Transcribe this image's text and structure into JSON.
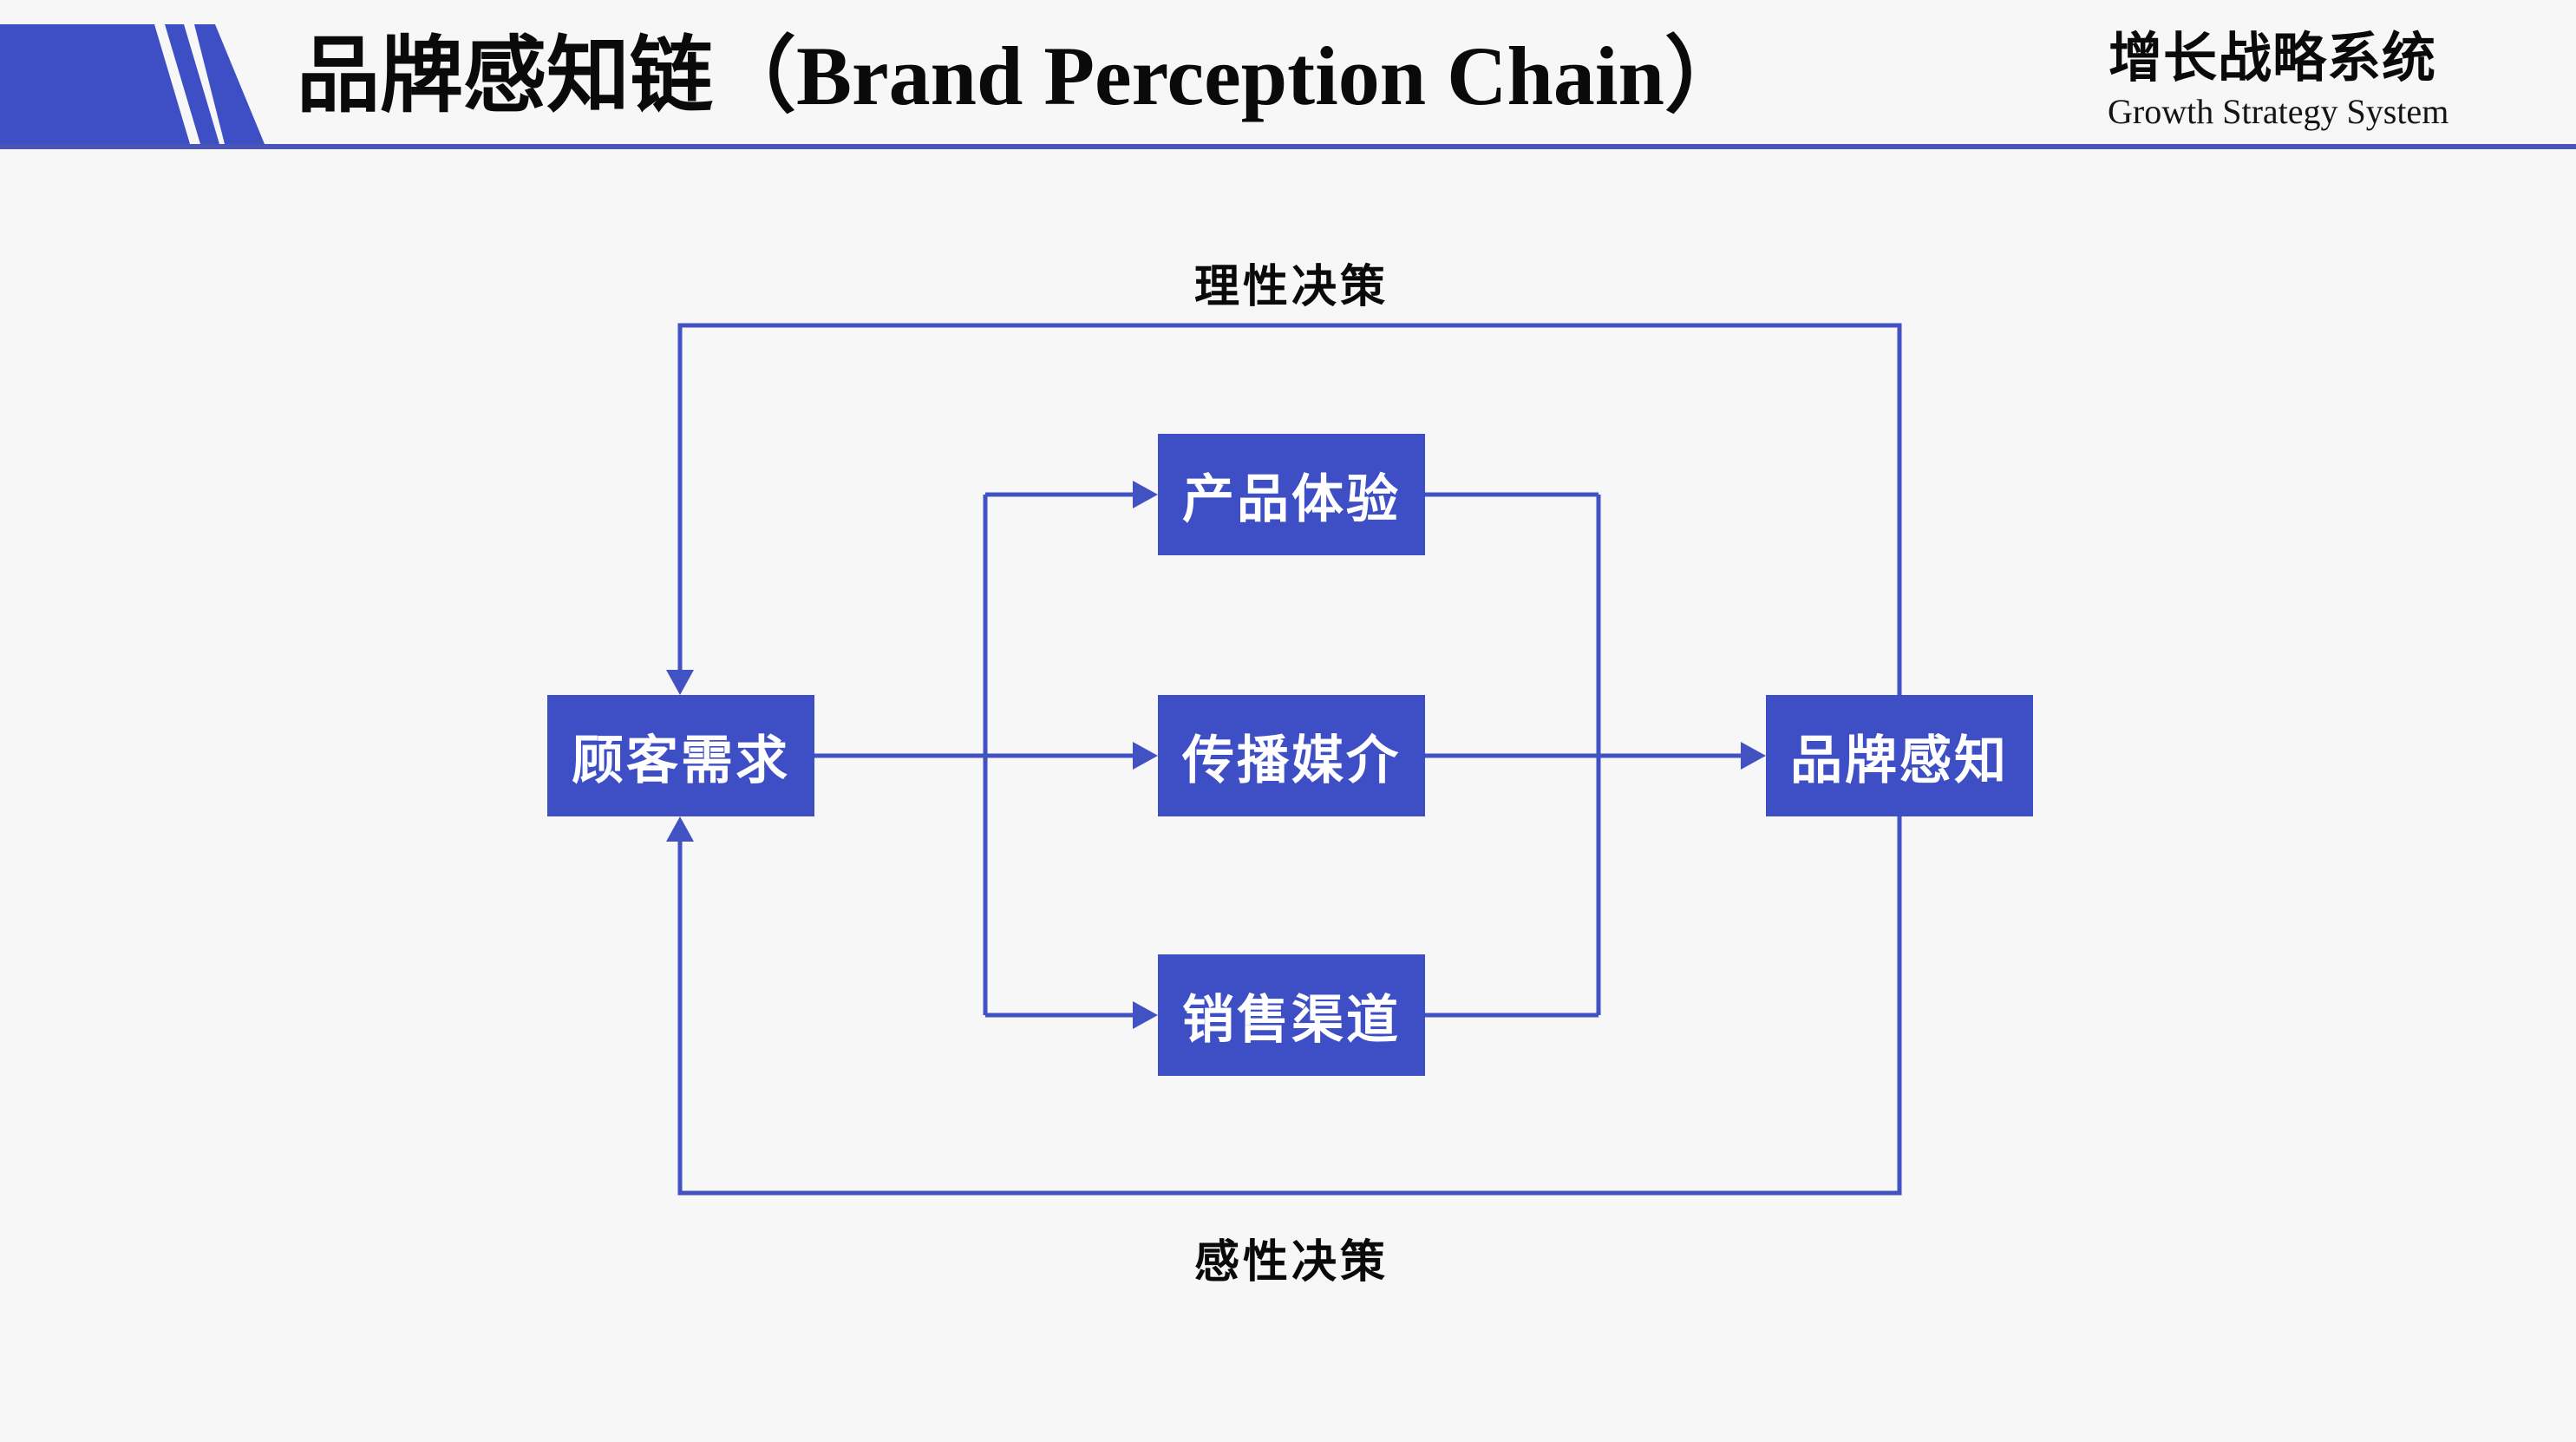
{
  "slide": {
    "title": "品牌感知链（Brand Perception Chain）",
    "brand_cn": "增长战略系统",
    "brand_en": "Growth Strategy System"
  },
  "diagram": {
    "top_loop_label": "理性决策",
    "bottom_loop_label": "感性决策",
    "nodes": {
      "customer_needs": "顾客需求",
      "product_experience": "产品体验",
      "communication_media": "传播媒介",
      "sales_channels": "销售渠道",
      "brand_perception": "品牌感知"
    }
  },
  "colors": {
    "accent_blue": "#3E4FC6",
    "line_blue": "#4352C2",
    "underline_blue": "#4A54B4",
    "background": "#F7F7F8",
    "title_text": "#0A0A0A",
    "node_text": "#FFFFFF"
  }
}
